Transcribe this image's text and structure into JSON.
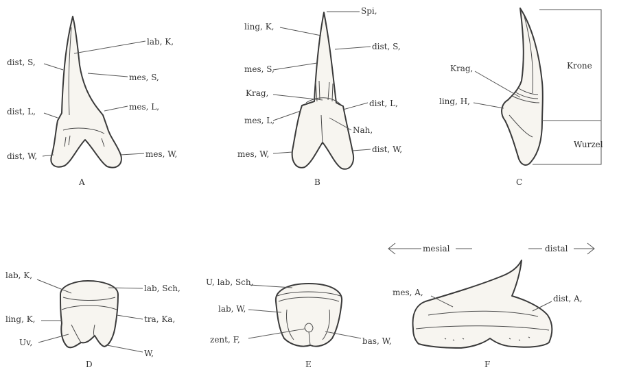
{
  "figures": {
    "A": {
      "caption": "A",
      "labels": {
        "dist_S": "dist, S,",
        "lab_K": "lab, K,",
        "mes_S": "mes, S,",
        "dist_L": "dist, L,",
        "mes_L": "mes, L,",
        "dist_W": "dist, W,",
        "mes_W": "mes, W,"
      }
    },
    "B": {
      "caption": "B",
      "labels": {
        "Spi": "Spi,",
        "ling_K": "ling, K,",
        "dist_S": "dist, S,",
        "mes_S": "mes, S,",
        "Krag": "Krag,",
        "dist_L": "dist, L,",
        "mes_L": "mes, L,",
        "Nah": "Nah,",
        "mes_W": "mes, W,",
        "dist_W": "dist, W,"
      }
    },
    "C": {
      "caption": "C",
      "labels": {
        "Krag": "Krag,",
        "ling_H": "ling, H,",
        "Krone": "Krone",
        "Wurzel": "Wurzel"
      }
    },
    "D": {
      "caption": "D",
      "labels": {
        "lab_K": "lab, K,",
        "lab_Sch": "lab, Sch,",
        "ling_K": "ling, K,",
        "tra_Ka": "tra, Ka,",
        "Uv": "Uv,",
        "W": "W,"
      }
    },
    "E": {
      "caption": "E",
      "labels": {
        "U_lab_Sch": "U, lab, Sch,",
        "lab_W": "lab, W,",
        "zent_F": "zent, F,",
        "bas_W": "bas, W,"
      }
    },
    "F": {
      "caption": "F",
      "labels": {
        "mesial": "mesial",
        "distal": "distal",
        "mes_A": "mes, A,",
        "dist_A": "dist, A,"
      }
    }
  }
}
